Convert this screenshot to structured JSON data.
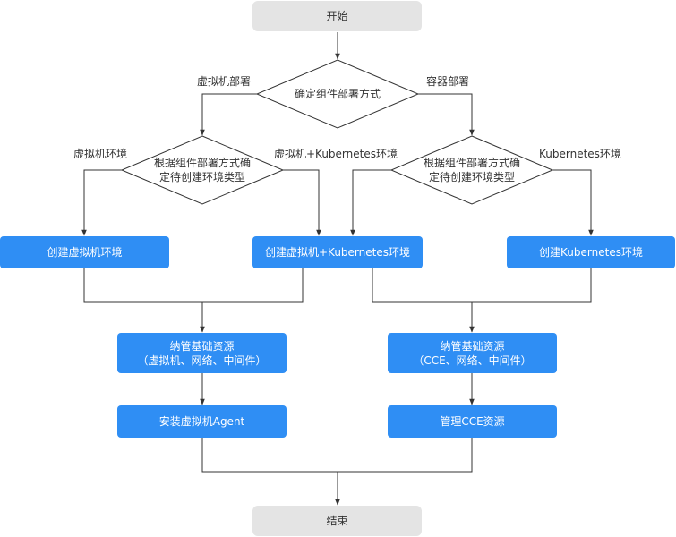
{
  "nodes": {
    "start": "开始",
    "decision_main": "确定组件部署方式",
    "decision_vm_line1": "根据组件部署方式确",
    "decision_vm_line2": "定待创建环境类型",
    "decision_ct_line1": "根据组件部署方式确",
    "decision_ct_line2": "定待创建环境类型",
    "create_vm": "创建虚拟机环境",
    "create_vm_k8s": "创建虚拟机+Kubernetes环境",
    "create_k8s": "创建Kubernetes环境",
    "manage_vm_line1": "纳管基础资源",
    "manage_vm_line2": "（虚拟机、网络、中间件）",
    "manage_cce_line1": "纳管基础资源",
    "manage_cce_line2": "（CCE、网络、中间件）",
    "install_agent": "安装虚拟机Agent",
    "manage_cce": "管理CCE资源",
    "end": "结束"
  },
  "edge_labels": {
    "vm_deploy": "虚拟机部署",
    "container_deploy": "容器部署",
    "vm_env": "虚拟机环境",
    "vm_k8s_env": "虚拟机+Kubernetes环境",
    "k8s_env": "Kubernetes环境"
  },
  "colors": {
    "terminal": "#e4e4e4",
    "process": "#2f8ef4",
    "line": "#333333",
    "decision_border": "#333333"
  }
}
